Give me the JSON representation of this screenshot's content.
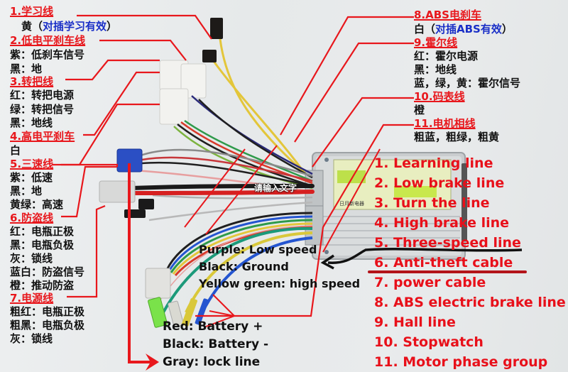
{
  "title": "E-bike controller wiring diagram",
  "left_legend": [
    {
      "id": "1",
      "heading": "1.学习线",
      "lines": [
        {
          "prefix": "黄（",
          "blue": "对插学习有效",
          "suffix": "）"
        }
      ]
    },
    {
      "id": "2",
      "heading": "2.低电平刹车线",
      "lines": [
        {
          "text": "紫：低刹车信号"
        },
        {
          "text": "黑：地"
        }
      ]
    },
    {
      "id": "3",
      "heading": "3.转把线",
      "lines": [
        {
          "text": "红：转把电源"
        },
        {
          "text": "绿：转把信号"
        },
        {
          "text": "黑：地线"
        }
      ]
    },
    {
      "id": "4",
      "heading": "4.高电平刹车",
      "lines": [
        {
          "text": "白"
        }
      ]
    },
    {
      "id": "5",
      "heading": "5.三速线",
      "lines": [
        {
          "text": "紫：低速"
        },
        {
          "text": "黑：地"
        },
        {
          "text": "黄绿：高速"
        }
      ]
    },
    {
      "id": "6",
      "heading": "6.防盗线",
      "lines": [
        {
          "text": "红：电瓶正极"
        },
        {
          "text": "黑：电瓶负极"
        },
        {
          "text": "灰：锁线"
        },
        {
          "text": "蓝白：防盗信号"
        },
        {
          "text": "橙：推动防盗"
        }
      ]
    },
    {
      "id": "7",
      "heading": "7.电源线",
      "lines": [
        {
          "text": "粗红：电瓶正极"
        },
        {
          "text": "粗黑：电瓶负极"
        },
        {
          "text": "灰：锁线"
        }
      ]
    }
  ],
  "right_legend": [
    {
      "id": "8",
      "heading": "8.ABS电刹车",
      "lines": [
        {
          "prefix": "白（",
          "blue": "对插ABS有效",
          "suffix": "）"
        }
      ]
    },
    {
      "id": "9",
      "heading": "9.霍尔线",
      "lines": [
        {
          "text": "红：霍尔电源"
        },
        {
          "text": "黑：地线"
        },
        {
          "text": "蓝，绿，黄：霍尔信号"
        }
      ]
    },
    {
      "id": "10",
      "heading": "10.码表线",
      "lines": [
        {
          "text": "橙"
        }
      ]
    },
    {
      "id": "11",
      "heading": "11.电机相线",
      "lines": [
        {
          "text": "粗蓝，粗绿，粗黄"
        }
      ]
    }
  ],
  "english_list": [
    "1. Learning line",
    "2. Low brake line",
    "3. Turn the line",
    "4. High brake line",
    "5. Three-speed line",
    "6. Anti-theft cable",
    "7. power cable",
    "8. ABS electric brake line",
    "9. Hall line",
    "10. Stopwatch",
    "11. Motor phase group"
  ],
  "speed_notes": [
    "Purple: Low speed",
    "Black: Ground",
    "Yellow green: high speed"
  ],
  "power_notes": [
    "Red: Battery +",
    "Black: Battery -",
    "Gray: lock line"
  ],
  "watermark": "请输入文字",
  "controller": {
    "maker_label": "日月新电器"
  },
  "colors": {
    "annotation_red": "#e8171c",
    "highlight_blue": "#1a2fc7",
    "text_black": "#111111"
  }
}
